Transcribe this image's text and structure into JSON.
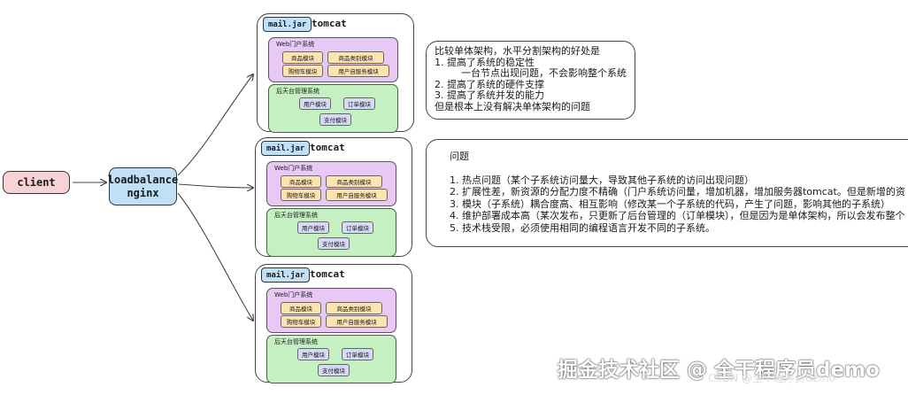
{
  "client": {
    "label": "client"
  },
  "loadbalancer": {
    "line1": "loadbalance",
    "line2": "nginx"
  },
  "servers": [
    {
      "jar": "mail.jar",
      "container": "tomcat",
      "portal": {
        "title": "Web门户系统",
        "modules": [
          "商品模块",
          "商品类别模块",
          "购物车模块",
          "用户自服务模块"
        ]
      },
      "admin": {
        "title": "后天台管理系统",
        "modules": [
          "用户模块",
          "订单模块",
          "支付模块"
        ]
      }
    },
    {
      "jar": "mail.jar",
      "container": "tomcat",
      "portal": {
        "title": "Web门户系统",
        "modules": [
          "商品模块",
          "商品类别模块",
          "购物车模块",
          "用户自服务模块"
        ]
      },
      "admin": {
        "title": "后天台管理系统",
        "modules": [
          "用户模块",
          "订单模块",
          "支付模块"
        ]
      }
    },
    {
      "jar": "mail.jar",
      "container": "tomcat",
      "portal": {
        "title": "Web门户系统",
        "modules": [
          "商品模块",
          "商品类别模块",
          "购物车模块",
          "用户自服务模块"
        ]
      },
      "admin": {
        "title": "后天台管理系统",
        "modules": [
          "用户模块",
          "订单模块",
          "支付模块"
        ]
      }
    }
  ],
  "advantages_note": {
    "lines": [
      "比较单体架构，水平分割架构的好处是",
      "1. 提高了系统的稳定性",
      "    一台节点出现问题，不会影响整个系统",
      "2. 提高了系统的硬件支撑",
      "3. 提高了系统并发的能力",
      "但是根本上没有解决单体架构的问题"
    ]
  },
  "problems_note": {
    "title": "问题",
    "lines": [
      "1. 热点问题（某个子系统访问量大，导致其他子系统的访问出现问题）",
      "2. 扩展性差，新资源的分配力度不精确（门户系统访问量，增加机器，增加服务器tomcat。但是新增的资",
      "3. 模块（子系统）耦合度高、相互影响（修改某一个子系统的代码，产生了问题，影响其他的子系统）",
      "4. 维护部署成本高（某次发布，只更新了后台管理的（订单模块），但是因为是单体架构，所以会发布整个",
      "5. 技术栈受限，必须使用相同的编程语言开发不同的子系统。"
    ]
  },
  "watermark": {
    "text": "掘金技术社区 @ 全干程序员demo",
    "csdn": "CSDN @全干程序员demo"
  }
}
